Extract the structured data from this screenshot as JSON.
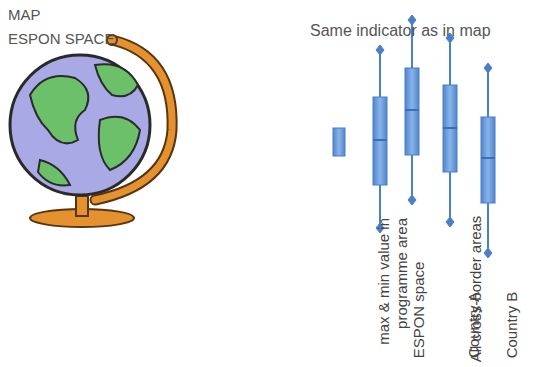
{
  "diagram": {
    "labels": [
      "MAP",
      "ESPON SPACE",
      "Same indicator as in map",
      "max & min value in programme area",
      "ESPON space",
      "All cross-border areas",
      "Country A",
      "Country B"
    ]
  }
}
